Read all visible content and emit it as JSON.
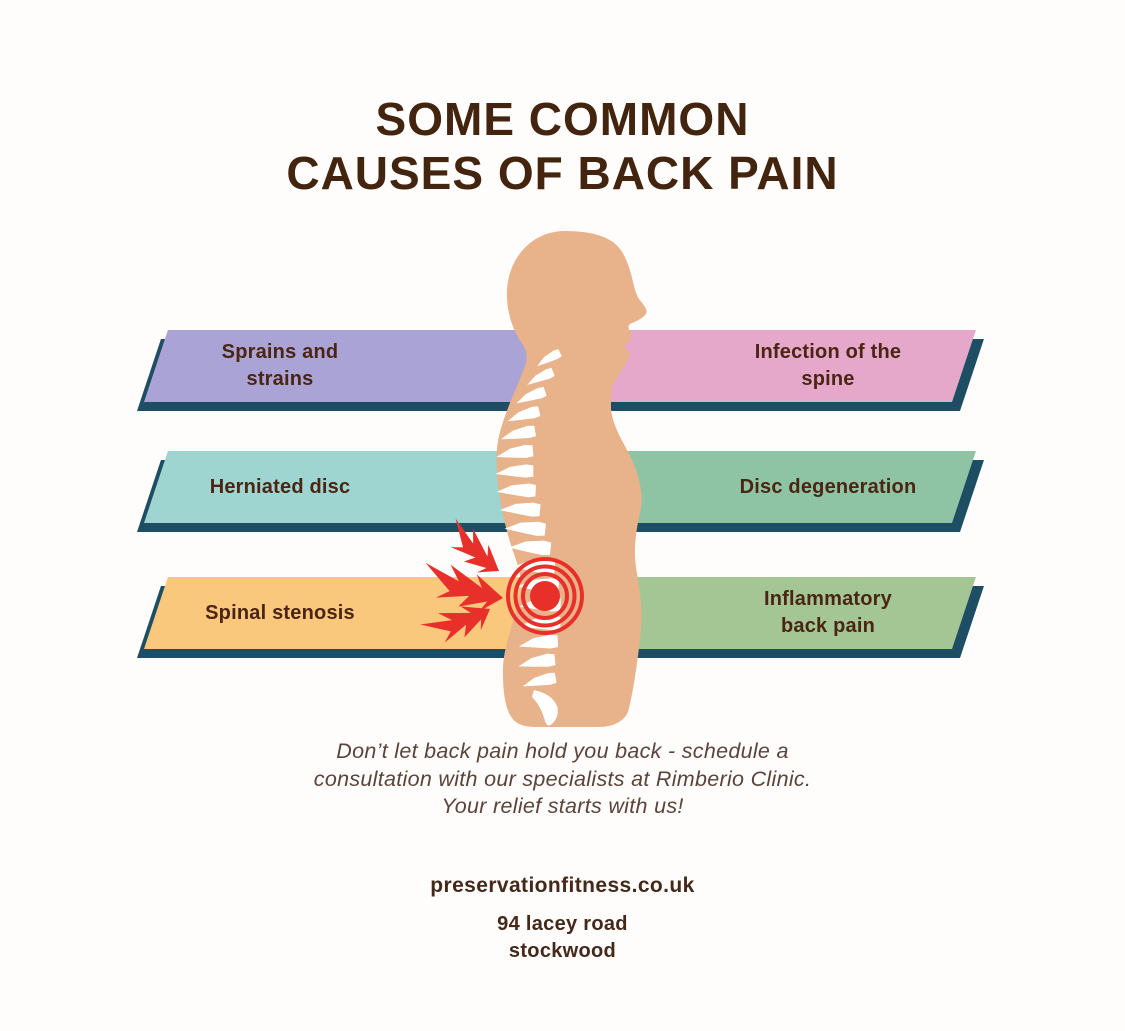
{
  "title": {
    "line1": "SOME COMMON",
    "line2": "CAUSES OF BACK PAIN",
    "color": "#42240f"
  },
  "banners": {
    "shadow_color": "#1d4e63",
    "text_color": "#4b2513",
    "rows": [
      {
        "left": {
          "line1": "Sprains and",
          "line2": "strains",
          "color": "#aaa3d6"
        },
        "right": {
          "line1": "Infection of the",
          "line2": "spine",
          "color": "#e5a8ca"
        }
      },
      {
        "left": {
          "line1": "Herniated disc",
          "line2": "",
          "color": "#9ed5d0"
        },
        "right": {
          "line1": "Disc degeneration",
          "line2": "",
          "color": "#8ec3a4"
        }
      },
      {
        "left": {
          "line1": "Spinal stenosis",
          "line2": "",
          "color": "#fac87d"
        },
        "right": {
          "line1": "Inflammatory",
          "line2": "back pain",
          "color": "#a3c694"
        }
      }
    ]
  },
  "figure": {
    "type": "human-side-profile-with-spine",
    "skin_color": "#e8b28a",
    "spine_color": "#ffffff",
    "pain_color": "#e8302b",
    "icons": [
      "pain-lightning-bolt-icon",
      "pain-radiating-circles-icon"
    ]
  },
  "tagline": {
    "lines": [
      "Don’t let back pain hold you back - schedule a",
      "consultation with our specialists at Rimberio Clinic.",
      "Your relief starts with us!"
    ],
    "color": "#5a433a"
  },
  "footer": {
    "website": "preservationfitness.co.uk",
    "address_line1": "94 lacey road",
    "address_line2": "stockwood",
    "color": "#44291a"
  }
}
